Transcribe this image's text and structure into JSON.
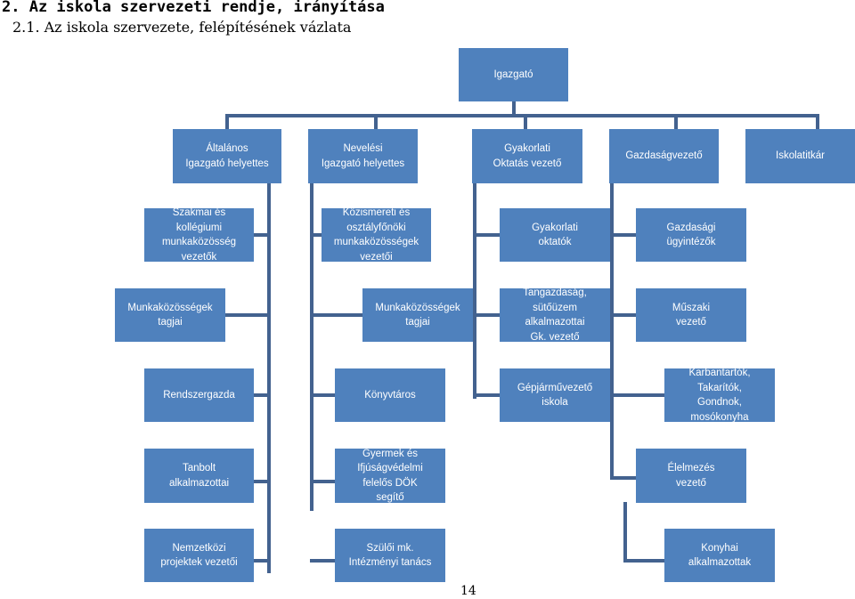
{
  "header": {
    "title": "2. Az iskola szervezeti rendje, irányítása",
    "subtitle": "2.1. Az iskola szervezete, felépítésének vázlata"
  },
  "colors": {
    "box_fill": "#4f81bd",
    "box_text": "#ffffff",
    "connector": "#43628f"
  },
  "chart": {
    "igazgato": "Igazgató",
    "level2": [
      "Általános\nIgazgató helyettes",
      "Nevelési\nIgazgató helyettes",
      "Gyakorlati\nOktatás vezető",
      "Gazdaságvezető",
      "Iskolatitkár"
    ],
    "level3": [
      "Szakmai és\nkollégiumi\nmunkaközösség\nvezetők",
      "Közismereti és\nosztályfőnöki\nmunkaközösségek\nvezetői",
      "Gyakorlati\noktatók",
      "Gazdasági\nügyintézők"
    ],
    "level4": [
      "Munkaközösségek\ntagjai",
      "Munkaközösségek\ntagjai",
      "Tangazdaság,\nsütőüzem\nalkalmazottai\nGk. vezető",
      "Műszaki\nvezető"
    ],
    "level5": [
      "Rendszergazda",
      "Könyvtáros",
      "Gépjárművezető\niskola",
      "Karbantartók,\nTakarítók,\nGondnok,\nmosókonyha"
    ],
    "level6": [
      "Tanbolt\nalkalmazottai",
      "Gyermek és\nIfjúságvédelmi\nfelelős DÖK\nsegítő",
      "Élelmezés\nvezető"
    ],
    "level7": [
      "Nemzetközi\nprojektek vezetői",
      "Szülői mk.\nIntézményi tanács",
      "Konyhai\nalkalmazottak"
    ]
  },
  "page_number": "14"
}
